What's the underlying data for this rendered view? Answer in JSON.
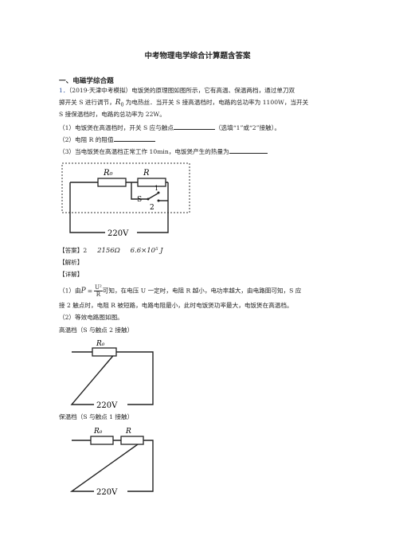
{
  "title": "中考物理电学综合计算题含答案",
  "section1": {
    "heading": "一、电磁学综合题",
    "q_num": "1．",
    "q_line1": "（2019·天津中考模拟）电饭煲的原理图如图所示，它有高温、保温两档，通过单刀双",
    "q_line2_a": "掷开关 S 进行调节，",
    "q_line2_sym": "R",
    "q_line2_sub": "0",
    "q_line2_b": " 为电热丝．当开关 S 接高温档时，电路的总功率为 1100W，当开关",
    "q_line3": "S 接保温档时，电路的总功率为 22W。",
    "sub1_a": "（1）电饭煲在高温档时，开关 S 应与触点",
    "sub1_b": "（选填“1”或“2”接触）。",
    "sub2": "（2）电阻 R 的阻值",
    "sub3": "（3）当电饭煲在高温档正常工作 10min，电饭煲产生的热量为"
  },
  "circuit_main": {
    "r0": "R₀",
    "r": "R",
    "s": "S",
    "c1": "1",
    "c2": "2",
    "voltage": "220V"
  },
  "answer": {
    "label": "【答案】2",
    "v1": "2156Ω",
    "v2": "6.6×10⁵ J",
    "analysis": "【解析】",
    "detail": "【详解】",
    "line1_a": "（1）由",
    "line1_P": "P",
    "line1_eq": "=",
    "line1_num": "U²",
    "line1_den": "R",
    "line1_b": "可知，在电压 U 一定时，电阻 R 越小，电功率越大，由电路图可知，S 应",
    "line2": "接 2 触点时，电阻 R 被短路，电路电阻最小，此时电饭煲功率最大，电饭煲在高温档。",
    "line3": "（2）等效电路图如图。",
    "high_label": "高温档（S 与触点 2 接触）",
    "low_label": "保温档（S 与触点 1 接触）"
  },
  "circuit_high": {
    "r0": "R₀",
    "voltage": "220V"
  },
  "circuit_low": {
    "r0": "R₀",
    "r": "R",
    "voltage": "220V"
  }
}
